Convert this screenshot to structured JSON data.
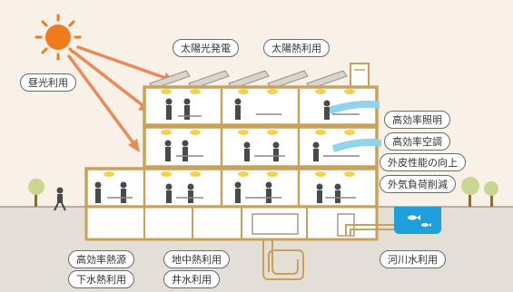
{
  "labels": {
    "daylight": "昼光利用",
    "solar_power": "太陽光発電",
    "solar_heat": "太陽熱利用",
    "efficient_lighting": "高効率照明",
    "efficient_ac": "高効率空調",
    "envelope": "外皮性能の向上",
    "load_reduction": "外気負荷削減",
    "efficient_heat_source": "高効率熱源",
    "geothermal": "地中熱利用",
    "sewage_heat": "下水熱利用",
    "well_water": "井水利用",
    "river_water": "河川水利用"
  },
  "colors": {
    "background": "#f7f1e8",
    "ground": "#e3dfd7",
    "sun": "#f07a1e",
    "arrow": "#e98a5a",
    "light": "#f6d24a",
    "wind": "#8fd3ec",
    "wall": "#c9a25a",
    "water": "#1ea0dc",
    "pipe": "#c9a25a"
  },
  "icons": [
    "sun-icon",
    "fish-icon",
    "tree-icon",
    "person-icon",
    "solar-panel-icon"
  ]
}
